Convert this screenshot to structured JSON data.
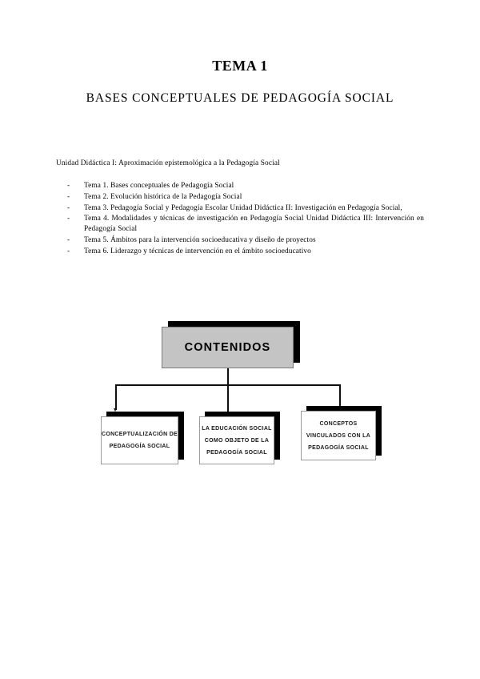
{
  "document": {
    "title_main": "TEMA 1",
    "title_sub": "BASES CONCEPTUALES DE PEDAGOGÍA SOCIAL",
    "intro": "Unidad Didáctica I: Aproximación epistemológica a la Pedagogía Social",
    "bullet_marker": "-",
    "topics": [
      {
        "text": "Tema 1. Bases conceptuales de Pedagogía Social"
      },
      {
        "text": "Tema 2. Evolución histórica de la Pedagogía Social"
      },
      {
        "text": "Tema 3. Pedagogía Social y Pedagogía Escolar Unidad Didáctica II: Investigación en Pedagogía Social,"
      },
      {
        "text": "Tema 4. Modalidades y técnicas de investigación en Pedagogía Social Unidad Didáctica III: Intervención en Pedagogía Social"
      },
      {
        "text": "Tema 5. Ámbitos para la intervención socioeducativa y diseño de proyectos"
      },
      {
        "text": "Tema 6. Liderazgo y técnicas de intervención en el ámbito socioeducativo"
      }
    ]
  },
  "diagram": {
    "root": {
      "label": "CONTENIDOS",
      "fill_color": "#c4c4c4",
      "shadow_color": "#000000"
    },
    "children": [
      {
        "lines": [
          "CONCEPTUALIZACIÓN DE",
          "PEDAGOGÍA SOCIAL"
        ],
        "fill_color": "#ffffff"
      },
      {
        "lines": [
          "LA EDUCACIÓN SOCIAL",
          "COMO OBJETO DE LA",
          "PEDAGOGÍA SOCIAL"
        ],
        "fill_color": "#ffffff"
      },
      {
        "lines": [
          "CONCEPTOS",
          "VINCULADOS CON LA",
          "PEDAGOGÍA SOCIAL"
        ],
        "fill_color": "#ffffff"
      }
    ],
    "connector_color": "#111111"
  }
}
